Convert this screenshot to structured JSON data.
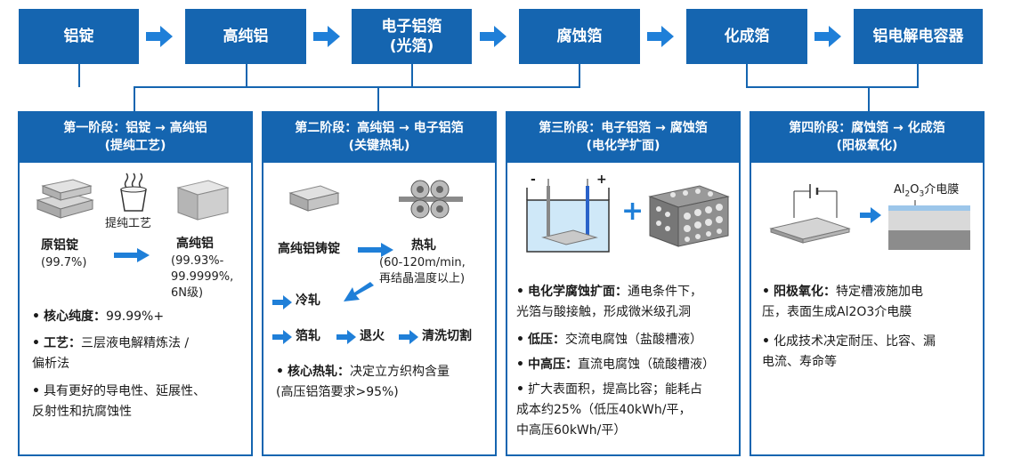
{
  "top_flow": [
    "铝锭",
    "高纯铝",
    "电子铝箔\n(光箔)",
    "腐蚀箔",
    "化成箔",
    "铝电解电容器"
  ],
  "stage1": {
    "header_line1": "第一阶段：铝锭 → 高纯铝",
    "header_line2": "(提纯工艺)",
    "process_label": "提纯工艺",
    "raw_name": "原铝锭",
    "raw_purity": "(99.7%)",
    "pure_name": "高纯铝",
    "pure_purity": "(99.93%-\n99.9999%,\n6N级)",
    "b1_key": "核心纯度：",
    "b1_text": "99.99%+",
    "b2_key": "工艺：",
    "b2_text": "三层液电解精炼法 /\n偏析法",
    "b3_text": "具有更好的导电性、延展性、\n反射性和抗腐蚀性"
  },
  "stage2": {
    "header_line1": "第二阶段：高纯铝 → 电子铝箔",
    "header_line2": "(关键热轧)",
    "ingot_label": "高纯铝铸锭",
    "hot_label": "热轧",
    "hot_note": "(60-120m/min,\n再结晶温度以上)",
    "cold": "冷轧",
    "foil": "箔轧",
    "anneal": "退火",
    "clean": "清洗切割",
    "b1_key": "核心热轧：",
    "b1_text": "决定立方织构含量\n(高压铝箔要求>95%)"
  },
  "stage3": {
    "header_line1": "第三阶段：电子铝箔 → 腐蚀箔",
    "header_line2": "(电化学扩面)",
    "minus": "-",
    "plus_sign": "+",
    "plus_big": "+",
    "b1_key": "电化学腐蚀扩面：",
    "b1_text": "通电条件下，\n光箔与酸接触，形成微米级孔洞",
    "b2_key": "低压：",
    "b2_text": "交流电腐蚀（盐酸槽液）",
    "b3_key": "中高压：",
    "b3_text": "直流电腐蚀（硫酸槽液）",
    "b4_text": "扩大表面积，提高比容；能耗占\n成本约25%（低压40kWh/平，\n中高压60kWh/平）"
  },
  "stage4": {
    "header_line1": "第四阶段：腐蚀箔 → 化成箔",
    "header_line2": "(阳极氧化)",
    "film_label_pre": "Al",
    "film_sub1": "2",
    "film_mid": "O",
    "film_sub2": "3",
    "film_label_post": "介电膜",
    "b1_key": "阳极氧化：",
    "b1_text": "特定槽液施加电\n压，表面生成Al2O3介电膜",
    "b2_text": "化成技术决定耐压、比容、漏\n电流、寿命等"
  },
  "colors": {
    "primary": "#1565b0",
    "arrow": "#1f7fd8"
  },
  "icons": [
    "arrow-right-icon",
    "aluminum-ingot-icon",
    "beaker-icon",
    "pure-aluminum-block-icon",
    "rolling-mill-icon",
    "electrolytic-tank-icon",
    "porous-foil-icon",
    "anodization-cell-icon",
    "dielectric-film-icon"
  ]
}
